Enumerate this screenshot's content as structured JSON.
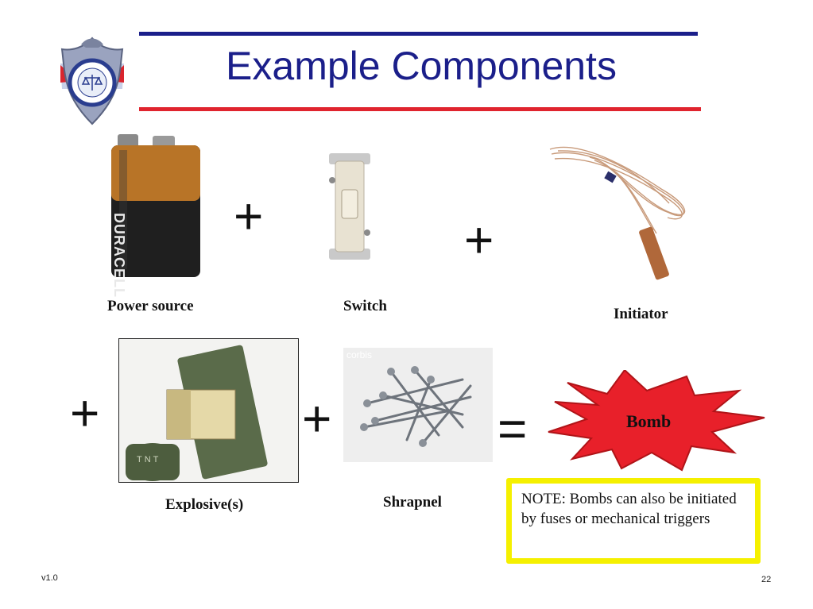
{
  "slide": {
    "title": "Example Components",
    "components": {
      "power_source": "Power source",
      "switch": "Switch",
      "initiator": "Initiator",
      "explosive": "Explosive(s)",
      "shrapnel": "Shrapnel",
      "bomb": "Bomb"
    },
    "operators": {
      "plus": "+",
      "equals": "="
    },
    "watermark": "corbis",
    "battery_brand": "DURACELL",
    "tnt_label": "TNT",
    "note": "NOTE: Bombs can also be initiated by fuses or mechanical triggers",
    "footer": {
      "version": "v1.0",
      "page_number": "22"
    },
    "colors": {
      "title": "#1b1f8a",
      "rule_top": "#1b1f8a",
      "rule_bottom": "#e0242e",
      "bomb_fill": "#e8202a",
      "note_border": "#f5f000"
    }
  }
}
